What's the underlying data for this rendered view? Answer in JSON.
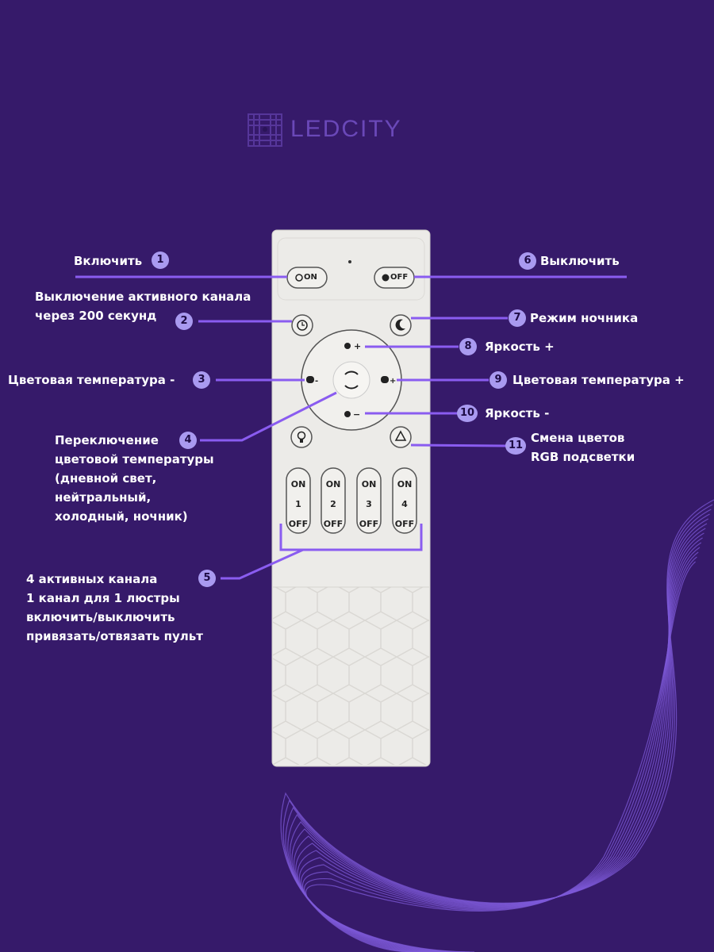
{
  "brand": {
    "logo_text": "LEDCITY"
  },
  "remote": {
    "on_button": "ON",
    "off_button": "OFF",
    "channels": [
      {
        "on": "ON",
        "num": "1",
        "off": "OFF"
      },
      {
        "on": "ON",
        "num": "2",
        "off": "OFF"
      },
      {
        "on": "ON",
        "num": "3",
        "off": "OFF"
      },
      {
        "on": "ON",
        "num": "4",
        "off": "OFF"
      }
    ]
  },
  "callouts": [
    {
      "num": "1",
      "text": "Включить"
    },
    {
      "num": "2",
      "lines": [
        "Выключение активного канала",
        "через 200 секунд"
      ]
    },
    {
      "num": "3",
      "text": "Цветовая температура -"
    },
    {
      "num": "4",
      "lines": [
        "Переключение",
        "цветовой температуры",
        "(дневной свет,",
        "нейтральный,",
        "холодный, ночник)"
      ]
    },
    {
      "num": "5",
      "lines": [
        "4 активных канала",
        "1 канал для 1 люстры",
        "включить/выключить",
        "привязать/отвязать пульт"
      ]
    },
    {
      "num": "6",
      "text": "Выключить"
    },
    {
      "num": "7",
      "text": "Режим ночника"
    },
    {
      "num": "8",
      "text": "Яркость +"
    },
    {
      "num": "9",
      "text": "Цветовая температура +"
    },
    {
      "num": "10",
      "text": "Яркость -"
    },
    {
      "num": "11",
      "lines": [
        "Смена цветов",
        "RGB подсветки"
      ]
    }
  ],
  "colors": {
    "background": "#361a6a",
    "accent_line": "#8a5cf0",
    "badge": "#a99af0",
    "remote": "#ecebe8"
  }
}
